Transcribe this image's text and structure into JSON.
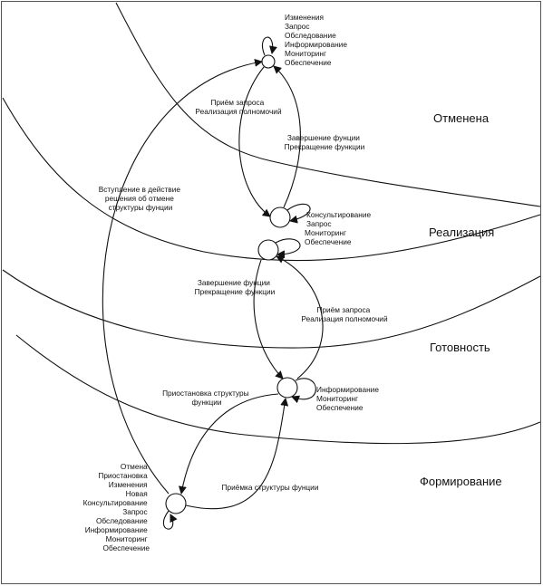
{
  "regions": {
    "cancelled": "Отменена",
    "implementation": "Реализация",
    "readiness": "Готовность",
    "formation": "Формирование"
  },
  "states": {
    "top": {
      "self_labels": [
        "Изменения",
        "Запрос",
        "Обследование",
        "Информирование",
        "Мониторинг",
        "Обеспечение"
      ]
    },
    "impl_upper": {
      "self_labels": [
        "Консультирование"
      ]
    },
    "impl_lower": {
      "self_labels": [
        "Запрос",
        "Мониторинг",
        "Обеспечение"
      ]
    },
    "ready": {
      "self_labels": [
        "Информирование",
        "Мониторинг",
        "Обеспечение"
      ]
    },
    "form": {
      "self_labels": [
        "Отмена",
        "Приостановка",
        "Изменения",
        "Новая",
        "Консультирование",
        "Запрос",
        "Обследование",
        "Информирование",
        "Мониторинг",
        "Обеспечение"
      ]
    }
  },
  "transitions": {
    "top_to_impl": [
      "Приём запроса",
      "Реализация полномочий"
    ],
    "impl_to_top": [
      "Завершение фунции",
      "Прекращение функции"
    ],
    "form_to_top": [
      "Вступление в действие",
      "решения об отмене",
      "структуры фунции"
    ],
    "impl_to_ready": [
      "Завершение фунции",
      "Прекращение функции"
    ],
    "ready_to_impl": [
      "Приём запроса",
      "Реализация полномочий"
    ],
    "ready_to_form": [
      "Приостановка структуры",
      "функции"
    ],
    "form_to_ready": [
      "Приёмка структуры фунции"
    ]
  }
}
